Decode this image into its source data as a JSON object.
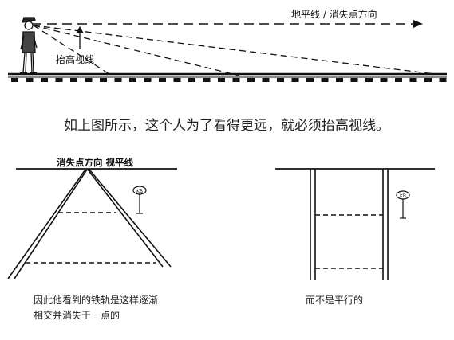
{
  "top_figure": {
    "horizon_label": "地平线 / 消失点方向",
    "raise_label": "抬高视线"
  },
  "caption": "如上图所示，这个人为了看得更远，就必须抬高视线。",
  "left_figure": {
    "header": "消失点方向  视平线",
    "note_line1": "因此他看到的铁轨是这样逐渐",
    "note_line2": "相交并消失于一点的",
    "sign_text": "KB"
  },
  "right_figure": {
    "note": "而不是平行的",
    "sign_text": "KB"
  },
  "colors": {
    "ink": "#111111",
    "background": "#ffffff"
  }
}
